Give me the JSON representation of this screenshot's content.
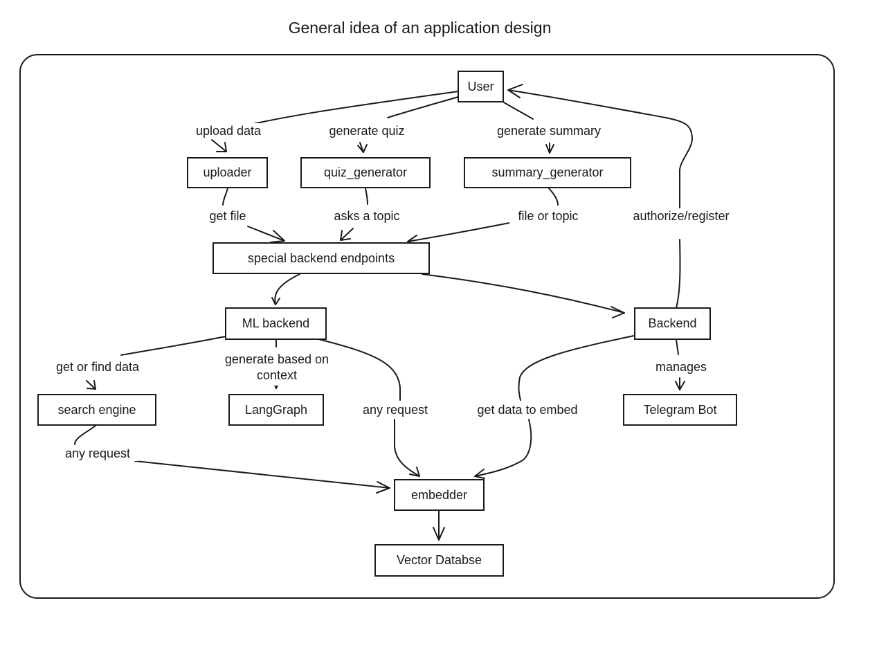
{
  "title": "General idea of an application design",
  "nodes": {
    "user": "User",
    "uploader": "uploader",
    "quiz_generator": "quiz_generator",
    "summary_generator": "summary_generator",
    "special_endpoints": "special backend endpoints",
    "ml_backend": "ML backend",
    "backend": "Backend",
    "search_engine": "search engine",
    "langgraph": "LangGraph",
    "telegram_bot": "Telegram Bot",
    "embedder": "embedder",
    "vector_db": "Vector Databse"
  },
  "edges": {
    "user_to_uploader": "upload data",
    "user_to_quiz": "generate quiz",
    "user_to_summary": "generate summary",
    "uploader_to_endpoints": "get file",
    "quiz_to_endpoints": "asks a topic",
    "summary_to_endpoints": "file or topic",
    "backend_to_user": "authorize/register",
    "ml_to_search": "get or find data",
    "ml_to_langgraph": "generate based on context",
    "ml_to_embedder": "any request",
    "backend_to_embedder": "get data to embed",
    "backend_to_telegram": "manages",
    "search_to_embedder": "any request"
  }
}
